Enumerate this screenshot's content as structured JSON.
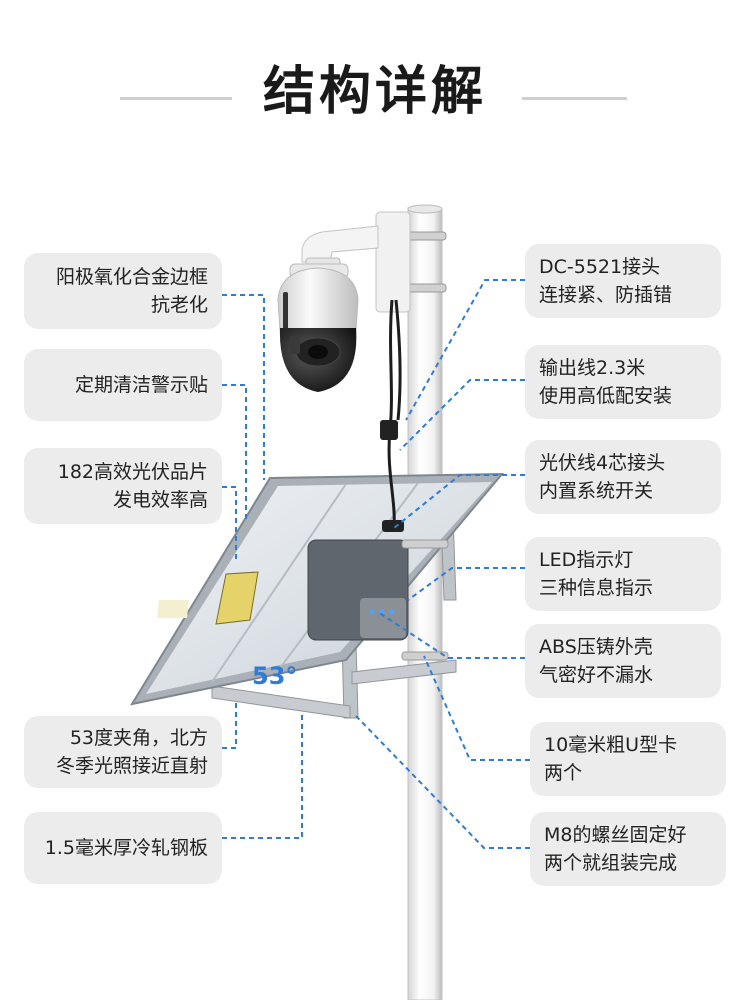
{
  "title": "结构详解",
  "angle_label": "53°",
  "accent_color": "#2f7bd6",
  "left_callouts": [
    {
      "lines": [
        "阳极氧化合金边框",
        "抗老化"
      ]
    },
    {
      "lines": [
        "定期清洁警示贴"
      ]
    },
    {
      "lines": [
        "182高效光伏品片",
        "发电效率高"
      ]
    },
    {
      "lines": [
        "53度夹角，北方",
        "冬季光照接近直射"
      ]
    },
    {
      "lines": [
        "1.5毫米厚冷轧钢板"
      ]
    }
  ],
  "right_callouts": [
    {
      "lines": [
        "DC-5521接头",
        "连接紧、防插错"
      ]
    },
    {
      "lines": [
        "输出线2.3米",
        "使用高低配安装"
      ]
    },
    {
      "lines": [
        "光伏线4芯接头",
        "内置系统开关"
      ]
    },
    {
      "lines": [
        "LED指示灯",
        "三种信息指示"
      ]
    },
    {
      "lines": [
        "ABS压铸外壳",
        "气密好不漏水"
      ]
    },
    {
      "lines": [
        "10毫米粗U型卡",
        "两个"
      ]
    },
    {
      "lines": [
        "M8的螺丝固定好",
        "两个就组装完成"
      ]
    }
  ]
}
